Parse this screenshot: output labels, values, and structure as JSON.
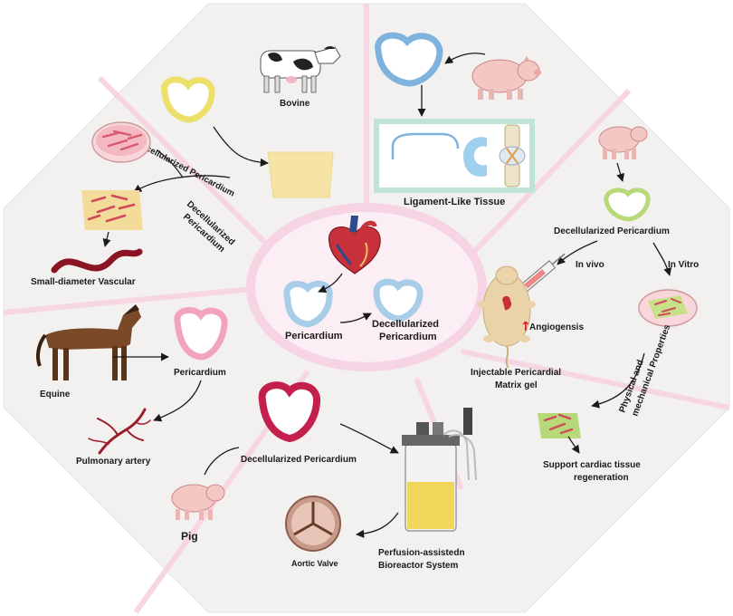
{
  "center": {
    "pericardium_label": "Pericardium",
    "decell_label_line1": "Decellularized",
    "decell_label_line2": "Pericardium"
  },
  "bovine_sector": {
    "animal_label": "Bovine",
    "decell_label_1": "Decellularized Pericardium",
    "decell_label_2_line1": "Decellularized",
    "decell_label_2_line2": "Pericardium",
    "vascular_label": "Small-diameter Vascular",
    "accent_color": "#e8d44d"
  },
  "ligament_sector": {
    "title": "Ligament-Like Tissue",
    "accent_color": "#7fb2dc"
  },
  "porcine_right_sector": {
    "decell_label": "Decellularized Pericardium",
    "in_vivo_label": "In vivo",
    "in_vitro_label": "In Vitro",
    "angiogenesis_label": "Angiogensis",
    "injectable_line1": "Injectable Pericardial",
    "injectable_line2": "Matrix gel",
    "properties_line1": "Physical and",
    "properties_line2": "mechanical Properties",
    "support_line1": "Support cardiac tissue",
    "support_line2": "regeneration",
    "accent_color": "#b8d97a"
  },
  "pig_bottom_sector": {
    "animal_label": "Pig",
    "decell_label": "Decellularized Pericardium",
    "bioreactor_line1": "Perfusion-assistedn",
    "bioreactor_line2": "Bioreactor System",
    "valve_label": "Aortic Valve",
    "accent_color": "#c4204d"
  },
  "equine_sector": {
    "animal_label": "Equine",
    "pericardium_label": "Pericardium",
    "artery_label": "Pulmonary artery",
    "accent_color": "#f2a3c0"
  },
  "colors": {
    "background_octagon": "#f3f1ef",
    "divider": "#f7d6e4",
    "center_ring": "#f6d4e4"
  }
}
